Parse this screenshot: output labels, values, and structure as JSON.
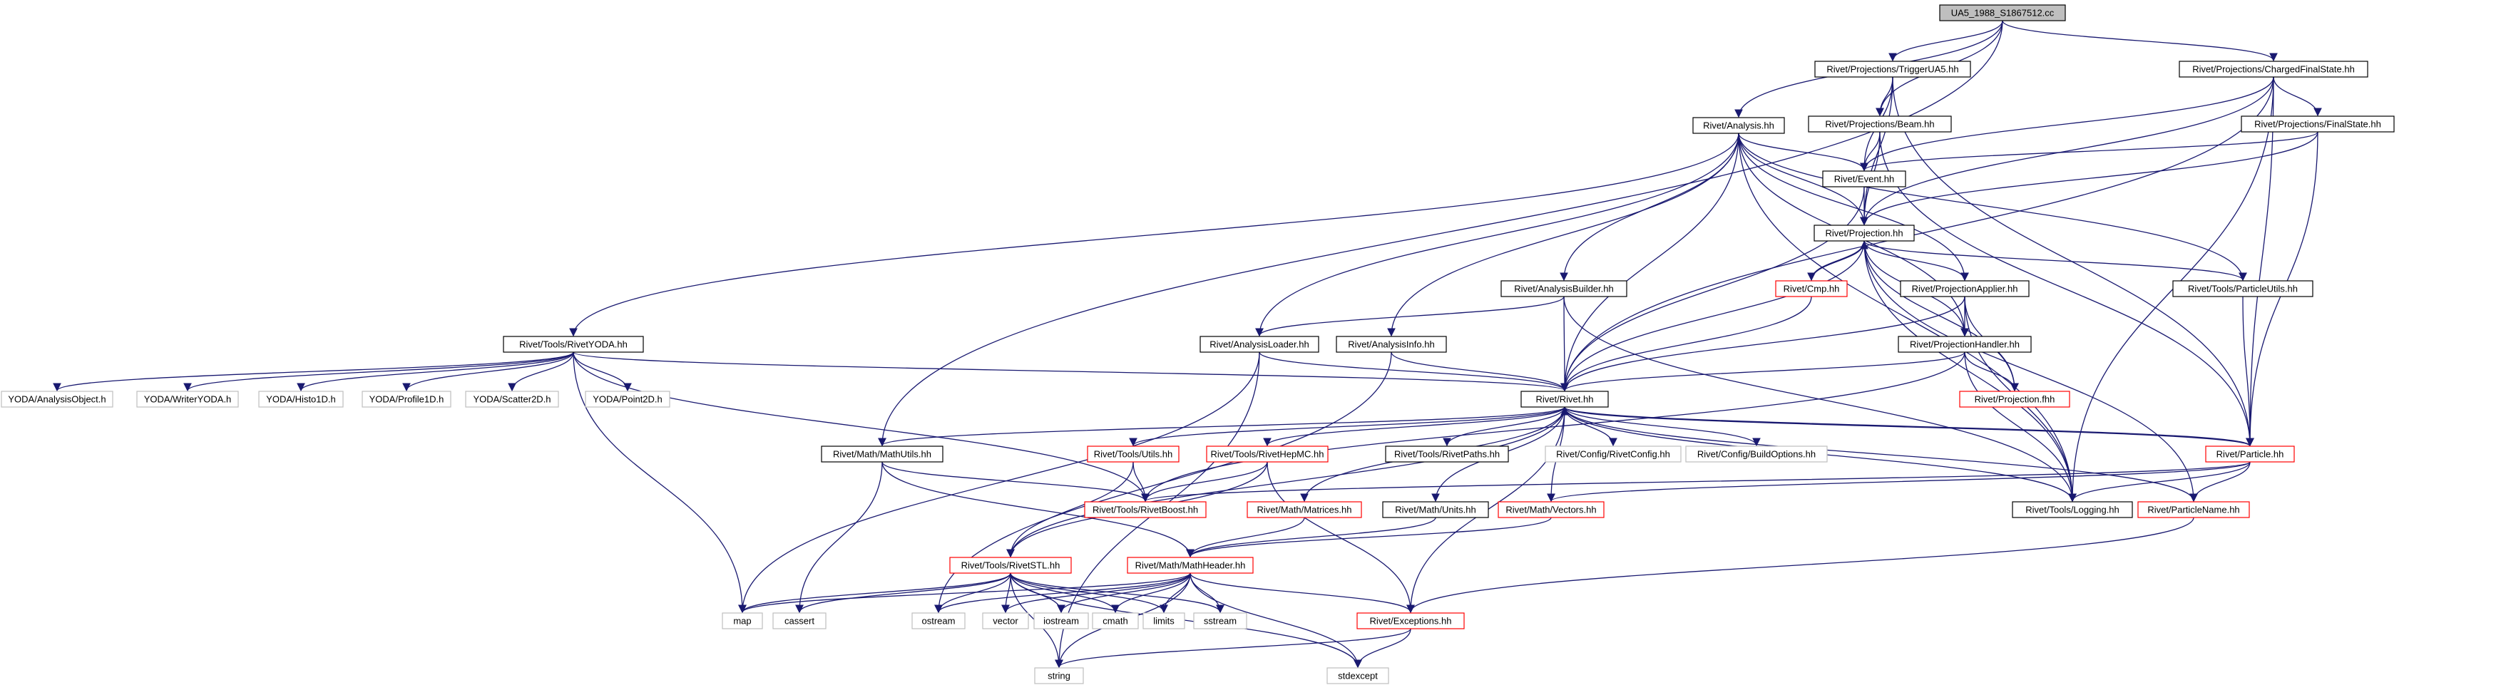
{
  "colors": {
    "edge": "#191970",
    "edge_gray": "#b3b3b3",
    "border_default": "#000000",
    "border_red": "#ff0000",
    "border_gray": "#bfbfbf",
    "root_fill": "#bfbfbf",
    "node_fill": "#ffffff"
  },
  "nodes": [
    {
      "id": "root",
      "label": "UA5_1988_S1867512.cc",
      "style": "root"
    },
    {
      "id": "trigger",
      "label": "Rivet/Projections/TriggerUA5.hh",
      "style": "default"
    },
    {
      "id": "charged",
      "label": "Rivet/Projections/ChargedFinalState.hh",
      "style": "default"
    },
    {
      "id": "analysis",
      "label": "Rivet/Analysis.hh",
      "style": "default"
    },
    {
      "id": "beam",
      "label": "Rivet/Projections/Beam.hh",
      "style": "default"
    },
    {
      "id": "finalstate",
      "label": "Rivet/Projections/FinalState.hh",
      "style": "default"
    },
    {
      "id": "event",
      "label": "Rivet/Event.hh",
      "style": "default"
    },
    {
      "id": "projection",
      "label": "Rivet/Projection.hh",
      "style": "default"
    },
    {
      "id": "cmp",
      "label": "Rivet/Cmp.hh",
      "style": "red"
    },
    {
      "id": "projapplier",
      "label": "Rivet/ProjectionApplier.hh",
      "style": "default"
    },
    {
      "id": "particleutils",
      "label": "Rivet/Tools/ParticleUtils.hh",
      "style": "default"
    },
    {
      "id": "analysisbuilder",
      "label": "Rivet/AnalysisBuilder.hh",
      "style": "default"
    },
    {
      "id": "analysisloader",
      "label": "Rivet/AnalysisLoader.hh",
      "style": "default"
    },
    {
      "id": "analysisinfo",
      "label": "Rivet/AnalysisInfo.hh",
      "style": "default"
    },
    {
      "id": "projhandler",
      "label": "Rivet/ProjectionHandler.hh",
      "style": "default"
    },
    {
      "id": "rivetyoda",
      "label": "Rivet/Tools/RivetYODA.hh",
      "style": "default"
    },
    {
      "id": "projfhh",
      "label": "Rivet/Projection.fhh",
      "style": "red"
    },
    {
      "id": "rivethh",
      "label": "Rivet/Rivet.hh",
      "style": "default"
    },
    {
      "id": "particle",
      "label": "Rivet/Particle.hh",
      "style": "red"
    },
    {
      "id": "yaobj",
      "label": "YODA/AnalysisObject.h",
      "style": "gray"
    },
    {
      "id": "ywriter",
      "label": "YODA/WriterYODA.h",
      "style": "gray"
    },
    {
      "id": "yh1d",
      "label": "YODA/Histo1D.h",
      "style": "gray"
    },
    {
      "id": "yp1d",
      "label": "YODA/Profile1D.h",
      "style": "gray"
    },
    {
      "id": "ys2d",
      "label": "YODA/Scatter2D.h",
      "style": "gray"
    },
    {
      "id": "ypt2d",
      "label": "YODA/Point2D.h",
      "style": "gray"
    },
    {
      "id": "mathutils",
      "label": "Rivet/Math/MathUtils.hh",
      "style": "default"
    },
    {
      "id": "utils",
      "label": "Rivet/Tools/Utils.hh",
      "style": "red"
    },
    {
      "id": "hepmc",
      "label": "Rivet/Tools/RivetHepMC.hh",
      "style": "red"
    },
    {
      "id": "rivetpaths",
      "label": "Rivet/Tools/RivetPaths.hh",
      "style": "default"
    },
    {
      "id": "rivetconfig",
      "label": "Rivet/Config/RivetConfig.hh",
      "style": "gray"
    },
    {
      "id": "buildopts",
      "label": "Rivet/Config/BuildOptions.hh",
      "style": "gray"
    },
    {
      "id": "rivetboost",
      "label": "Rivet/Tools/RivetBoost.hh",
      "style": "red"
    },
    {
      "id": "matrices",
      "label": "Rivet/Math/Matrices.hh",
      "style": "red"
    },
    {
      "id": "units",
      "label": "Rivet/Math/Units.hh",
      "style": "default"
    },
    {
      "id": "vectors",
      "label": "Rivet/Math/Vectors.hh",
      "style": "red"
    },
    {
      "id": "logging",
      "label": "Rivet/Tools/Logging.hh",
      "style": "default"
    },
    {
      "id": "particlename",
      "label": "Rivet/ParticleName.hh",
      "style": "red"
    },
    {
      "id": "rivetstl",
      "label": "Rivet/Tools/RivetSTL.hh",
      "style": "red"
    },
    {
      "id": "mathheader",
      "label": "Rivet/Math/MathHeader.hh",
      "style": "red"
    },
    {
      "id": "exceptions",
      "label": "Rivet/Exceptions.hh",
      "style": "red"
    },
    {
      "id": "map",
      "label": "map",
      "style": "gray"
    },
    {
      "id": "cassert",
      "label": "cassert",
      "style": "gray"
    },
    {
      "id": "ostream",
      "label": "ostream",
      "style": "gray"
    },
    {
      "id": "vector",
      "label": "vector",
      "style": "gray"
    },
    {
      "id": "iostream",
      "label": "iostream",
      "style": "gray"
    },
    {
      "id": "cmath",
      "label": "cmath",
      "style": "gray"
    },
    {
      "id": "limits",
      "label": "limits",
      "style": "gray"
    },
    {
      "id": "sstream",
      "label": "sstream",
      "style": "gray"
    },
    {
      "id": "string",
      "label": "string",
      "style": "gray"
    },
    {
      "id": "stdexcept",
      "label": "stdexcept",
      "style": "gray"
    }
  ],
  "edges": [
    [
      "root",
      "trigger"
    ],
    [
      "root",
      "charged"
    ],
    [
      "root",
      "analysis"
    ],
    [
      "root",
      "beam"
    ],
    [
      "root",
      "mathutils"
    ],
    [
      "trigger",
      "beam"
    ],
    [
      "trigger",
      "event"
    ],
    [
      "trigger",
      "projection"
    ],
    [
      "trigger",
      "particle"
    ],
    [
      "charged",
      "finalstate"
    ],
    [
      "charged",
      "event"
    ],
    [
      "charged",
      "projection"
    ],
    [
      "charged",
      "particle"
    ],
    [
      "charged",
      "logging"
    ],
    [
      "charged",
      "rivethh"
    ],
    [
      "beam",
      "event"
    ],
    [
      "beam",
      "projection"
    ],
    [
      "beam",
      "particle"
    ],
    [
      "finalstate",
      "event"
    ],
    [
      "finalstate",
      "projection"
    ],
    [
      "finalstate",
      "particle"
    ],
    [
      "analysis",
      "event"
    ],
    [
      "analysis",
      "projection"
    ],
    [
      "analysis",
      "rivetyoda"
    ],
    [
      "analysis",
      "analysisbuilder"
    ],
    [
      "analysis",
      "analysisloader"
    ],
    [
      "analysis",
      "analysisinfo"
    ],
    [
      "analysis",
      "projapplier"
    ],
    [
      "analysis",
      "projhandler"
    ],
    [
      "analysis",
      "particleutils"
    ],
    [
      "analysis",
      "rivethh"
    ],
    [
      "analysis",
      "logging"
    ],
    [
      "event",
      "projection"
    ],
    [
      "event",
      "rivethh"
    ],
    [
      "projection",
      "cmp"
    ],
    [
      "projection",
      "projapplier"
    ],
    [
      "projection",
      "particleutils"
    ],
    [
      "projection",
      "projhandler"
    ],
    [
      "projection",
      "projfhh"
    ],
    [
      "projection",
      "rivethh"
    ],
    [
      "projection",
      "logging"
    ],
    [
      "projection",
      "particlename"
    ],
    [
      "cmp",
      "rivethh"
    ],
    [
      "cmp",
      "projection"
    ],
    [
      "projapplier",
      "projhandler"
    ],
    [
      "projapplier",
      "projfhh"
    ],
    [
      "projapplier",
      "rivethh"
    ],
    [
      "projapplier",
      "logging"
    ],
    [
      "particleutils",
      "particle"
    ],
    [
      "analysisbuilder",
      "analysisloader"
    ],
    [
      "analysisbuilder",
      "rivethh"
    ],
    [
      "analysisbuilder",
      "logging"
    ],
    [
      "analysisloader",
      "rivethh"
    ],
    [
      "analysisloader",
      "map"
    ],
    [
      "analysisloader",
      "string"
    ],
    [
      "analysisinfo",
      "rivethh"
    ],
    [
      "analysisinfo",
      "ostream"
    ],
    [
      "projhandler",
      "rivethh"
    ],
    [
      "projhandler",
      "projfhh"
    ],
    [
      "projhandler",
      "logging"
    ],
    [
      "projhandler",
      "rivetboost"
    ],
    [
      "rivetyoda",
      "yaobj"
    ],
    [
      "rivetyoda",
      "ywriter"
    ],
    [
      "rivetyoda",
      "yh1d"
    ],
    [
      "rivetyoda",
      "yp1d"
    ],
    [
      "rivetyoda",
      "ys2d"
    ],
    [
      "rivetyoda",
      "ypt2d"
    ],
    [
      "rivetyoda",
      "rivethh"
    ],
    [
      "rivetyoda",
      "rivetboost"
    ],
    [
      "rivetyoda",
      "map"
    ],
    [
      "rivethh",
      "mathutils"
    ],
    [
      "rivethh",
      "utils"
    ],
    [
      "rivethh",
      "hepmc"
    ],
    [
      "rivethh",
      "rivetpaths"
    ],
    [
      "rivethh",
      "rivetconfig"
    ],
    [
      "rivethh",
      "buildopts"
    ],
    [
      "rivethh",
      "matrices"
    ],
    [
      "rivethh",
      "units"
    ],
    [
      "rivethh",
      "vectors"
    ],
    [
      "rivethh",
      "logging"
    ],
    [
      "rivethh",
      "particlename"
    ],
    [
      "rivethh",
      "exceptions"
    ],
    [
      "rivethh",
      "rivetstl"
    ],
    [
      "rivethh",
      "particle"
    ],
    [
      "particle",
      "rivethh"
    ],
    [
      "particle",
      "logging"
    ],
    [
      "particle",
      "particlename"
    ],
    [
      "particle",
      "vectors"
    ],
    [
      "particle",
      "rivetboost"
    ],
    [
      "mathutils",
      "mathheader"
    ],
    [
      "mathutils",
      "rivetboost"
    ],
    [
      "mathutils",
      "cassert"
    ],
    [
      "utils",
      "rivetboost"
    ],
    [
      "utils",
      "rivetstl"
    ],
    [
      "hepmc",
      "rivetboost"
    ],
    [
      "hepmc",
      "rivetstl"
    ],
    [
      "hepmc",
      "exceptions"
    ],
    [
      "matrices",
      "mathheader"
    ],
    [
      "units",
      "mathheader"
    ],
    [
      "vectors",
      "mathheader"
    ],
    [
      "particlename",
      "exceptions"
    ],
    [
      "rivetstl",
      "map"
    ],
    [
      "rivetstl",
      "cassert"
    ],
    [
      "rivetstl",
      "ostream"
    ],
    [
      "rivetstl",
      "vector"
    ],
    [
      "rivetstl",
      "iostream"
    ],
    [
      "rivetstl",
      "limits"
    ],
    [
      "rivetstl",
      "sstream"
    ],
    [
      "rivetstl",
      "string"
    ],
    [
      "rivetstl",
      "stdexcept"
    ],
    [
      "rivetstl",
      "cmath"
    ],
    [
      "mathheader",
      "map"
    ],
    [
      "mathheader",
      "vector"
    ],
    [
      "mathheader",
      "iostream"
    ],
    [
      "mathheader",
      "cmath"
    ],
    [
      "mathheader",
      "limits"
    ],
    [
      "mathheader",
      "sstream"
    ],
    [
      "mathheader",
      "string"
    ],
    [
      "mathheader",
      "ostream"
    ],
    [
      "mathheader",
      "stdexcept"
    ],
    [
      "mathheader",
      "exceptions"
    ],
    [
      "exceptions",
      "string"
    ],
    [
      "exceptions",
      "stdexcept"
    ]
  ]
}
